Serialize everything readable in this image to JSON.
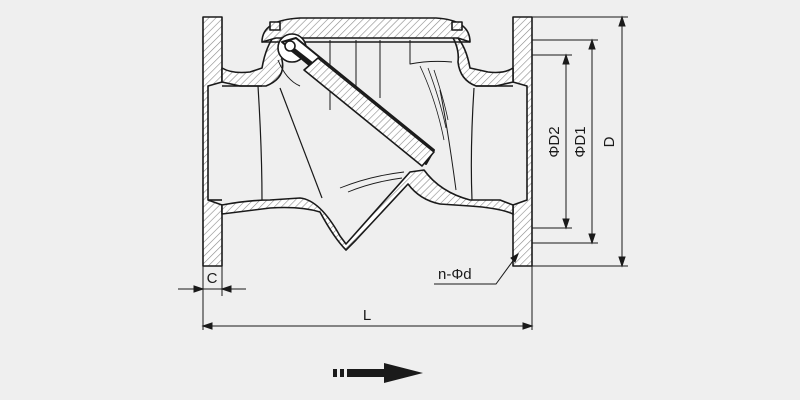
{
  "diagram": {
    "labels": {
      "D2": "ΦD2",
      "D1": "ΦD1",
      "D": "D",
      "L": "L",
      "C": "C",
      "holes": "n-Φd"
    },
    "colors": {
      "background": "#efefef",
      "line": "#1a1a1a",
      "hatch": "#8a8a8a",
      "section_fill": "#ffffff"
    }
  }
}
